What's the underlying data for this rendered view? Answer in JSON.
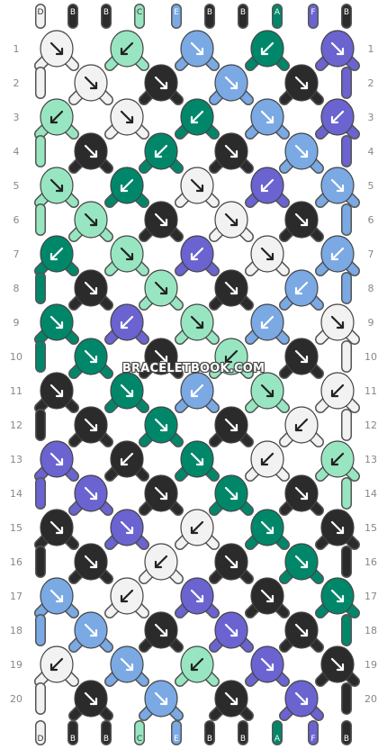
{
  "colors": {
    "A": "#00876a",
    "B": "#2b2b2b",
    "C": "#98e6c1",
    "D": "#f2f2f2",
    "E": "#7aa9e3",
    "F": "#6a63d0"
  },
  "strings": [
    "D",
    "B",
    "B",
    "C",
    "E",
    "B",
    "B",
    "A",
    "F",
    "B"
  ],
  "rows": [
    {
      "label": "1",
      "knots": [
        [
          "D",
          "dr"
        ],
        [
          "C",
          "dl"
        ],
        [
          "E",
          "dr"
        ],
        [
          "A",
          "dl"
        ],
        [
          "F",
          "dr"
        ]
      ]
    },
    {
      "label": "2",
      "knots": [
        [
          "D",
          "dr"
        ],
        [
          "B",
          "dr"
        ],
        [
          "E",
          "dr"
        ],
        [
          "B",
          "dr"
        ]
      ]
    },
    {
      "label": "3",
      "knots": [
        [
          "C",
          "dl"
        ],
        [
          "D",
          "dr"
        ],
        [
          "A",
          "dl"
        ],
        [
          "E",
          "dr"
        ],
        [
          "F",
          "dl"
        ]
      ]
    },
    {
      "label": "4",
      "knots": [
        [
          "B",
          "dr"
        ],
        [
          "A",
          "dl"
        ],
        [
          "B",
          "dr"
        ],
        [
          "E",
          "dr"
        ]
      ]
    },
    {
      "label": "5",
      "knots": [
        [
          "C",
          "dr"
        ],
        [
          "A",
          "dl"
        ],
        [
          "D",
          "dr"
        ],
        [
          "F",
          "dl"
        ],
        [
          "E",
          "dr"
        ]
      ]
    },
    {
      "label": "6",
      "knots": [
        [
          "C",
          "dr"
        ],
        [
          "B",
          "dr"
        ],
        [
          "D",
          "dr"
        ],
        [
          "B",
          "dr"
        ]
      ]
    },
    {
      "label": "7",
      "knots": [
        [
          "A",
          "dl"
        ],
        [
          "C",
          "dr"
        ],
        [
          "F",
          "dl"
        ],
        [
          "D",
          "dr"
        ],
        [
          "E",
          "dl"
        ]
      ]
    },
    {
      "label": "8",
      "knots": [
        [
          "B",
          "dr"
        ],
        [
          "C",
          "dr"
        ],
        [
          "B",
          "dr"
        ],
        [
          "E",
          "dl"
        ]
      ]
    },
    {
      "label": "9",
      "knots": [
        [
          "A",
          "dr"
        ],
        [
          "F",
          "dl"
        ],
        [
          "C",
          "dr"
        ],
        [
          "E",
          "dl"
        ],
        [
          "D",
          "dr"
        ]
      ]
    },
    {
      "label": "10",
      "knots": [
        [
          "A",
          "dr"
        ],
        [
          "B",
          "dr"
        ],
        [
          "C",
          "dl"
        ],
        [
          "B",
          "dr"
        ]
      ]
    },
    {
      "label": "11",
      "knots": [
        [
          "B",
          "dr"
        ],
        [
          "A",
          "dr"
        ],
        [
          "E",
          "dl"
        ],
        [
          "C",
          "dr"
        ],
        [
          "D",
          "dl"
        ]
      ]
    },
    {
      "label": "12",
      "knots": [
        [
          "B",
          "dr"
        ],
        [
          "A",
          "dr"
        ],
        [
          "B",
          "dr"
        ],
        [
          "D",
          "dl"
        ]
      ]
    },
    {
      "label": "13",
      "knots": [
        [
          "F",
          "dr"
        ],
        [
          "B",
          "dl"
        ],
        [
          "A",
          "dr"
        ],
        [
          "D",
          "dl"
        ],
        [
          "C",
          "dl"
        ]
      ]
    },
    {
      "label": "14",
      "knots": [
        [
          "F",
          "dr"
        ],
        [
          "B",
          "dr"
        ],
        [
          "A",
          "dr"
        ],
        [
          "B",
          "dr"
        ]
      ]
    },
    {
      "label": "15",
      "knots": [
        [
          "B",
          "dr"
        ],
        [
          "F",
          "dr"
        ],
        [
          "D",
          "dl"
        ],
        [
          "A",
          "dr"
        ],
        [
          "B",
          "dr"
        ]
      ]
    },
    {
      "label": "16",
      "knots": [
        [
          "B",
          "dr"
        ],
        [
          "D",
          "dl"
        ],
        [
          "B",
          "dr"
        ],
        [
          "A",
          "dr"
        ]
      ]
    },
    {
      "label": "17",
      "knots": [
        [
          "E",
          "dr"
        ],
        [
          "D",
          "dl"
        ],
        [
          "F",
          "dr"
        ],
        [
          "B",
          "dr"
        ],
        [
          "A",
          "dr"
        ]
      ]
    },
    {
      "label": "18",
      "knots": [
        [
          "E",
          "dr"
        ],
        [
          "B",
          "dr"
        ],
        [
          "F",
          "dr"
        ],
        [
          "B",
          "dr"
        ]
      ]
    },
    {
      "label": "19",
      "knots": [
        [
          "D",
          "dl"
        ],
        [
          "E",
          "dr"
        ],
        [
          "C",
          "dl"
        ],
        [
          "F",
          "dr"
        ],
        [
          "B",
          "dr"
        ]
      ]
    },
    {
      "label": "20",
      "knots": [
        [
          "B",
          "dr"
        ],
        [
          "E",
          "dr"
        ],
        [
          "B",
          "dr"
        ],
        [
          "F",
          "dr"
        ]
      ]
    }
  ],
  "bottom_strings": [
    "D",
    "B",
    "B",
    "C",
    "E",
    "B",
    "B",
    "A",
    "F",
    "B"
  ],
  "watermark": "BRACELETBOOK.COM"
}
